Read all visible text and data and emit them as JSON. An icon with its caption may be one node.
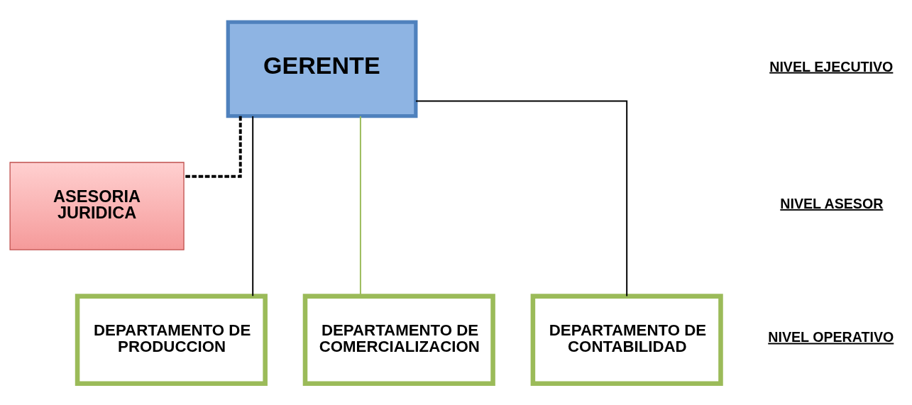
{
  "diagram": {
    "nodes": [
      {
        "text": [
          "GERENTE"
        ]
      },
      {
        "text": [
          "ASESORIA JURIDICA"
        ]
      },
      {
        "text": [
          "DEPARTAMENTO DE PRODUCCION"
        ]
      },
      {
        "text": [
          "DEPARTAMENTO DE COMERCIALIZACION"
        ]
      },
      {
        "text": [
          "DEPARTAMENTO DE CONTABILIDAD"
        ]
      }
    ],
    "edges": [
      {
        "from": 0,
        "to": 1,
        "arrow": "none",
        "style": "dashed"
      },
      {
        "from": 0,
        "to": 2,
        "arrow": "none"
      },
      {
        "from": 0,
        "to": 3,
        "arrow": "none",
        "color": "#9bbb59"
      },
      {
        "from": 0,
        "to": 4,
        "arrow": "none"
      }
    ],
    "labels": [
      "NIVEL EJECUTIVO",
      "NIVEL ASESOR",
      "NIVEL OPERATIVO"
    ]
  }
}
